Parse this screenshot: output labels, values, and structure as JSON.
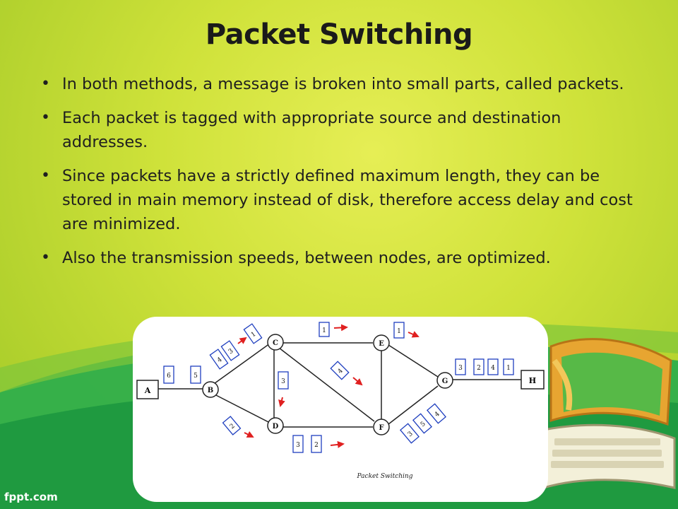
{
  "slide": {
    "title": "Packet Switching",
    "bullets": [
      "In both methods, a message is broken into small parts, called packets.",
      "Each packet is tagged with appropriate source and destination addresses.",
      "Since packets have a strictly defined maximum length, they can be stored in main memory instead of disk, therefore access delay and cost are minimized.",
      "Also the transmission speeds, between nodes, are optimized."
    ],
    "footer": "fppt.com"
  },
  "diagram": {
    "caption": "Packet Switching",
    "nodes": [
      "A",
      "B",
      "C",
      "D",
      "E",
      "F",
      "G",
      "H"
    ],
    "packets": {
      "a_b": [
        "6",
        "5"
      ],
      "b_c": [
        "4",
        "3"
      ],
      "b_c_head": "1",
      "c_e": "1",
      "e_g": "1",
      "c_d": "3",
      "c_f": "4",
      "b_d": "2",
      "d_f": [
        "3",
        "2"
      ],
      "f_g": [
        "3",
        "5",
        "4"
      ],
      "g_h": [
        "3",
        "2",
        "4",
        "1"
      ]
    }
  },
  "colors": {
    "background": "#cfe23a",
    "packet_border": "#1f3fbf",
    "arrow": "#e02020",
    "wave": "#2aa845"
  }
}
